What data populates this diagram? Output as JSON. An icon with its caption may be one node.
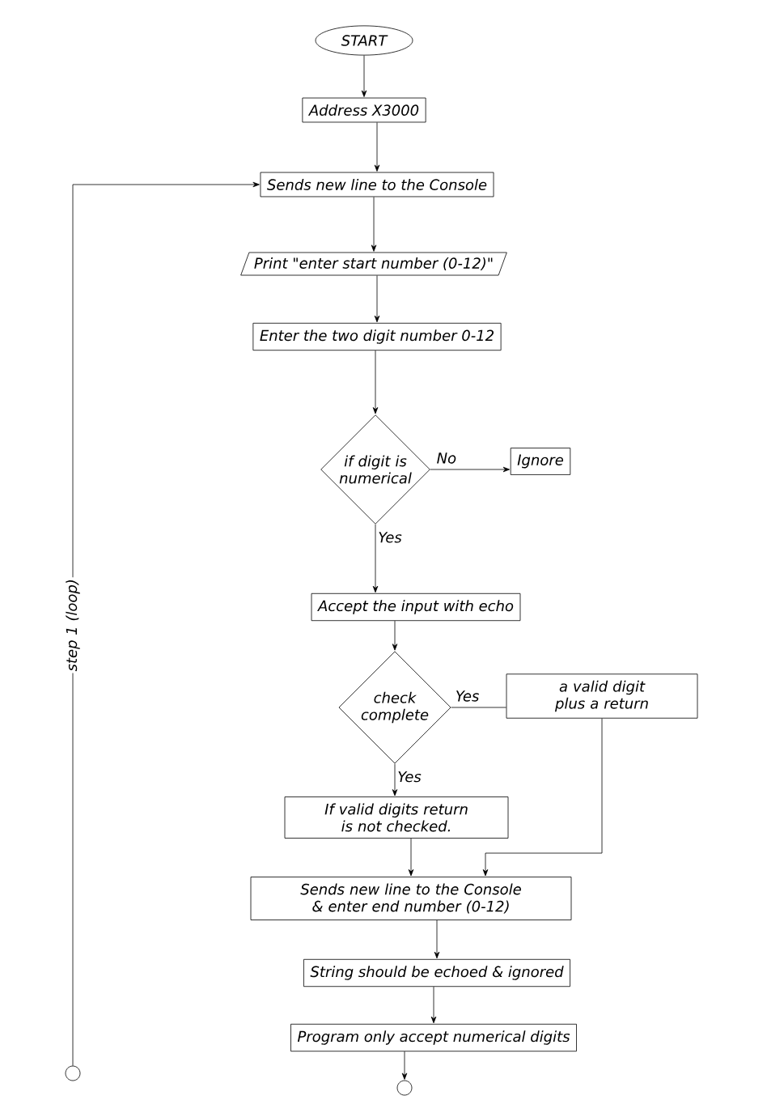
{
  "diagram": {
    "nodes": [
      {
        "text": [
          "START"
        ]
      },
      {
        "text": [
          "Address X3000"
        ]
      },
      {
        "text": [
          "Sends new line to the Console"
        ]
      },
      {
        "text": [
          "Print \"enter start number (0-12)\""
        ]
      },
      {
        "text": [
          "Enter the two digit number 0-12"
        ]
      },
      {
        "text": [
          "if digit is numerical"
        ]
      },
      {
        "text": [
          "Ignore"
        ]
      },
      {
        "text": [
          "Accept the input with echo"
        ]
      },
      {
        "text": [
          "check complete"
        ]
      },
      {
        "text": [
          "a valid digit plus a return"
        ]
      },
      {
        "text": [
          "If valid digits return is not checked."
        ]
      },
      {
        "text": [
          "Sends new line to the Console & enter end number (0-12)"
        ]
      },
      {
        "text": [
          "String should be echoed & ignored"
        ]
      },
      {
        "text": [
          "Program only accept numerical digits"
        ]
      },
      {
        "text": [],
        "shape": "circle"
      },
      {
        "text": [],
        "shape": "circle"
      }
    ],
    "edges": [
      {
        "from": 0,
        "to": 1,
        "arrow": "to"
      },
      {
        "from": 1,
        "to": 2,
        "arrow": "to"
      },
      {
        "from": 2,
        "to": 3,
        "arrow": "to"
      },
      {
        "from": 3,
        "to": 4,
        "arrow": "to"
      },
      {
        "from": 4,
        "to": 5,
        "arrow": "to"
      },
      {
        "from": 5,
        "to": 6,
        "arrow": "to",
        "label": "No"
      },
      {
        "from": 5,
        "to": 7,
        "arrow": "to",
        "label": "Yes"
      },
      {
        "from": 7,
        "to": 8,
        "arrow": "to"
      },
      {
        "from": 8,
        "to": 9,
        "arrow": "none",
        "label": "Yes"
      },
      {
        "from": 8,
        "to": 10,
        "arrow": "to",
        "label": "Yes"
      },
      {
        "from": 9,
        "to": 11,
        "arrow": "to"
      },
      {
        "from": 10,
        "to": 11,
        "arrow": "to"
      },
      {
        "from": 11,
        "to": 12,
        "arrow": "to"
      },
      {
        "from": 12,
        "to": 13,
        "arrow": "to"
      },
      {
        "from": 13,
        "to": 14,
        "arrow": "to"
      },
      {
        "from": 15,
        "to": 2,
        "arrow": "to",
        "label": "step 1 (loop)"
      }
    ]
  }
}
